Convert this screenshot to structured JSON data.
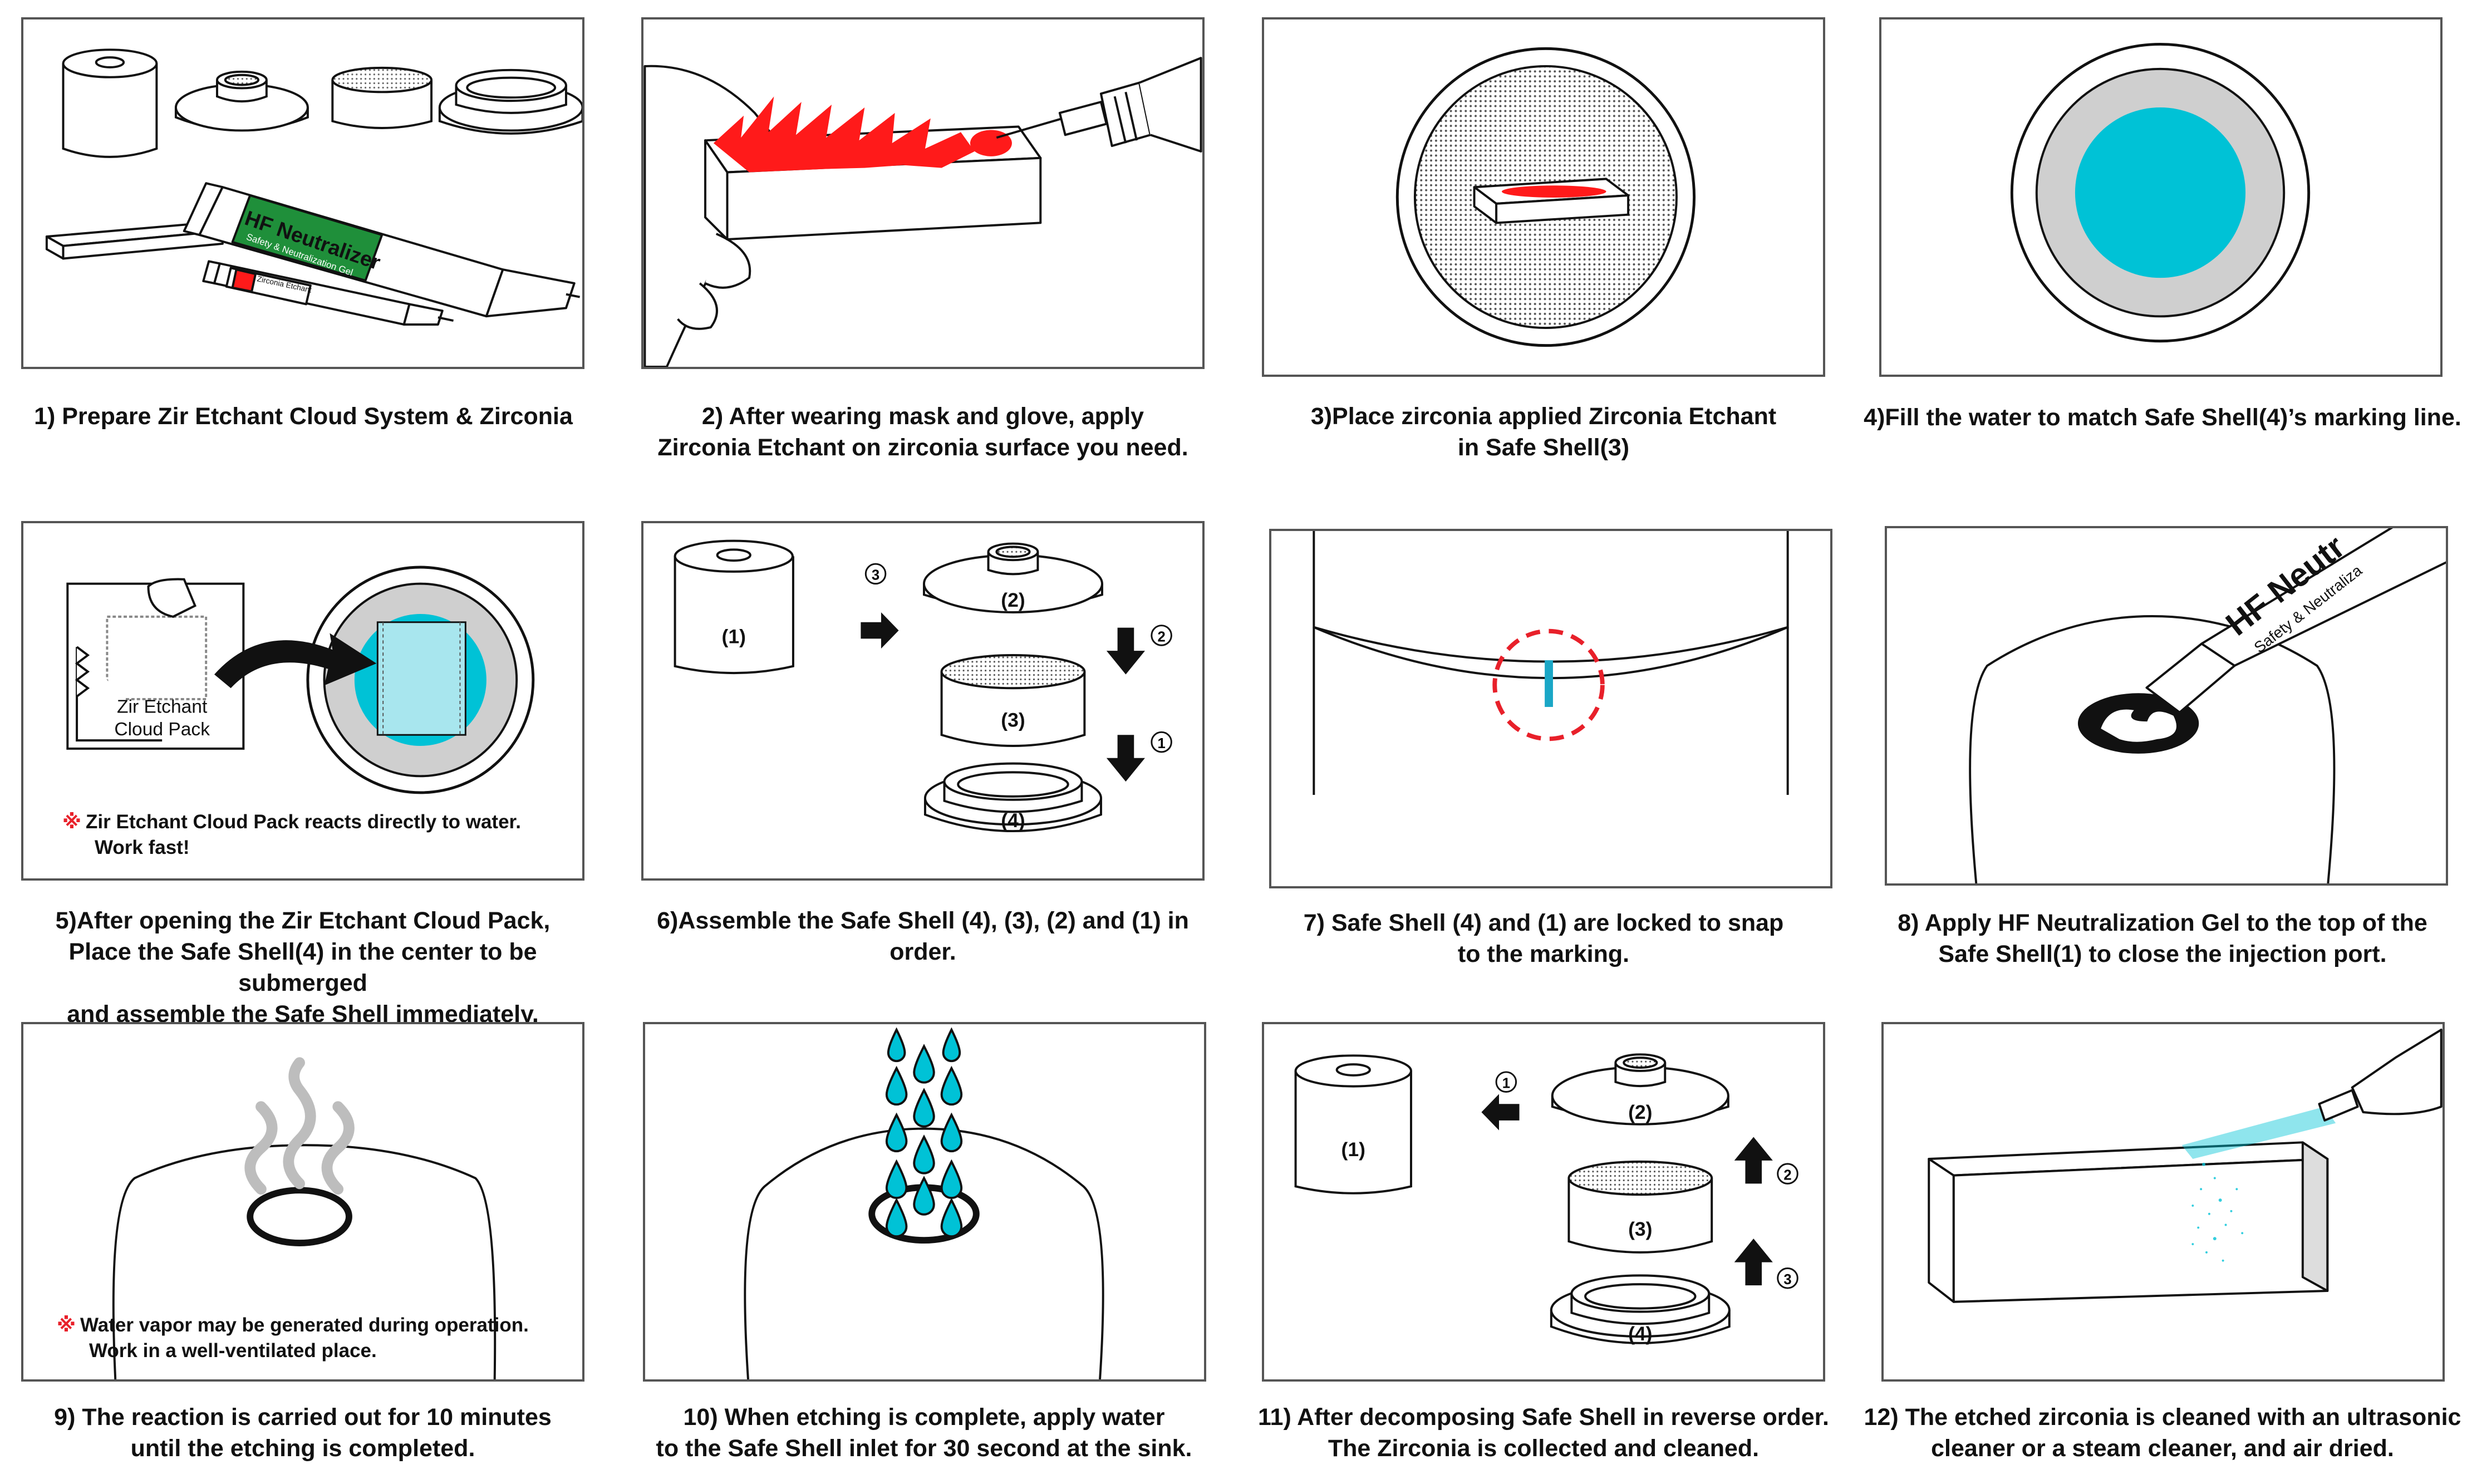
{
  "steps": [
    {
      "caption": "1) Prepare Zir Etchant Cloud System & Zirconia",
      "syringe_big_label": "HF Neutralizer",
      "syringe_big_sub": "Safety & Neutralization Gel",
      "syringe_small_label": "Zirconia Etchant"
    },
    {
      "caption_l1": "2) After wearing mask and glove, apply",
      "caption_l2": "Zirconia Etchant on zirconia surface you need."
    },
    {
      "caption_l1": "3)Place zirconia applied Zirconia Etchant",
      "caption_l2": "in Safe Shell(3)"
    },
    {
      "caption": "4)Fill the water to match Safe Shell(4)’s marking line."
    },
    {
      "caption_l1": "5)After opening the Zir Etchant Cloud Pack,",
      "caption_l2": "Place the Safe Shell(4) in the center to be submerged",
      "caption_l3": "and assemble the Safe Shell immediately.",
      "pack_l1": "Zir Etchant",
      "pack_l2": "Cloud Pack",
      "note_mark": "※",
      "note_l1": "Zir Etchant Cloud Pack reacts directly to water.",
      "note_l2": "Work fast!"
    },
    {
      "caption": "6)Assemble the Safe Shell (4), (3), (2) and (1) in order.",
      "p1": "(1)",
      "p2": "(2)",
      "p3": "(3)",
      "p4": "(4)",
      "c1": "1",
      "c2": "2",
      "c3": "3"
    },
    {
      "caption_l1": "7) Safe Shell (4) and (1) are locked to snap",
      "caption_l2": "to the marking."
    },
    {
      "caption_l1": "8) Apply HF Neutralization Gel to the top of the",
      "caption_l2": "Safe Shell(1) to close the injection port.",
      "label": "HF Neutr",
      "sub": "Safety & Neutraliza"
    },
    {
      "caption_l1": "9) The reaction is carried out for 10 minutes",
      "caption_l2": "until the etching is completed.",
      "note_mark": "※",
      "note_l1": "Water vapor may be generated during operation.",
      "note_l2": "Work in a well-ventilated place."
    },
    {
      "caption_l1": "10) When etching is complete, apply water",
      "caption_l2": "to the Safe Shell inlet for 30 second at the sink."
    },
    {
      "caption_l1": "11) After decomposing Safe Shell in reverse order.",
      "caption_l2": "The Zirconia is collected and cleaned.",
      "p1": "(1)",
      "p2": "(2)",
      "p3": "(3)",
      "p4": "(4)",
      "c1": "1",
      "c2": "2",
      "c3": "3"
    },
    {
      "caption_l1": "12) The etched zirconia is cleaned with an ultrasonic",
      "caption_l2": "cleaner or a steam cleaner, and air dried."
    }
  ],
  "colors": {
    "etchant_red": "#ff1a1a",
    "water_cyan": "#00c2d6",
    "neutralizer_green": "#1f8f3a",
    "shell_gray": "#cfcfcf",
    "warning_red": "#e8202a"
  }
}
